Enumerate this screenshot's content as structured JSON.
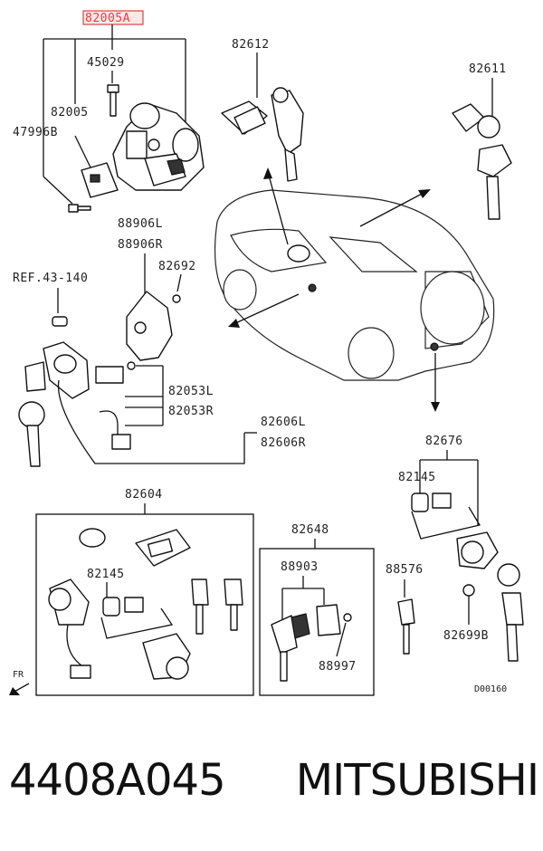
{
  "diagram": {
    "labels": {
      "highlighted": "82005A",
      "p45029": "45029",
      "p82005": "82005",
      "p47996B": "47996B",
      "p82612": "82612",
      "p82611": "82611",
      "p88906L": "88906L",
      "p88906R": "88906R",
      "p82692": "82692",
      "ref": "REF.43-140",
      "p82053L": "82053L",
      "p82053R": "82053R",
      "p82606L": "82606L",
      "p82606R": "82606R",
      "p82676": "82676",
      "p82145a": "82145",
      "p82604": "82604",
      "p82648": "82648",
      "p82145b": "82145",
      "p88903": "88903",
      "p88576": "88576",
      "p82699B": "82699B",
      "p88997": "88997",
      "fr": "FR",
      "code": "D00160"
    },
    "highlight_color": "#e04040"
  },
  "footer": {
    "part_number": "4408A045",
    "brand": "MITSUBISHI"
  }
}
